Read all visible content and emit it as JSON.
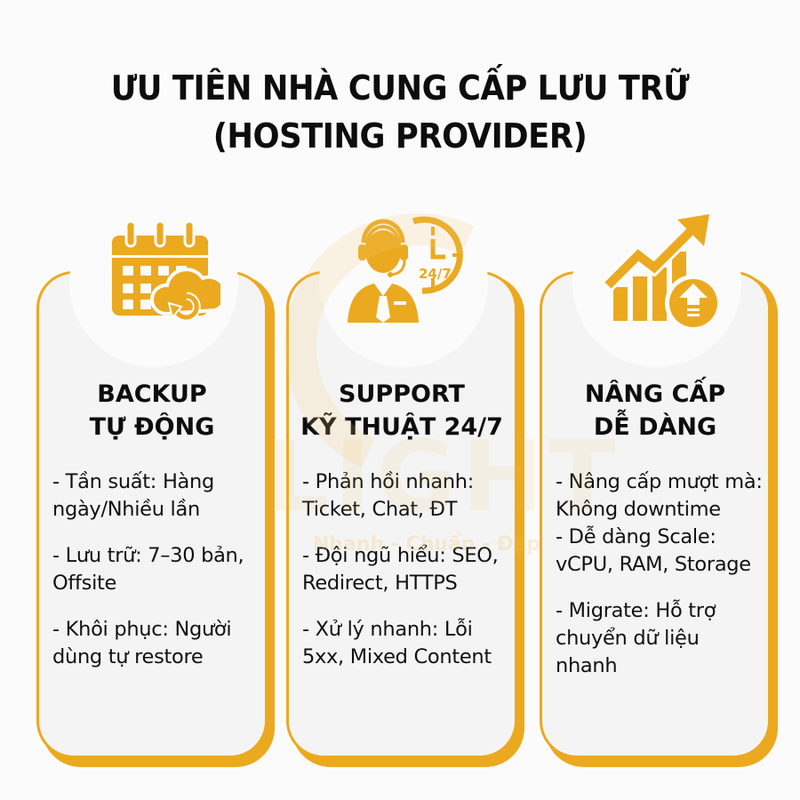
{
  "header": {
    "title_line1": "ƯU TIÊN NHÀ CUNG CẤP LƯU TRỮ",
    "title_line2": "(HOSTING PROVIDER)"
  },
  "watermark": {
    "brand": "LIGHT",
    "tagline": "Nhanh - Chuẩn - Đẹp"
  },
  "colors": {
    "accent": "#eba91f",
    "card_background": "#f4f4f4",
    "page_background": "#fbfbfb",
    "text": "#111111"
  },
  "cards": [
    {
      "icon": "calendar-cloud-sync-icon",
      "title_line1": "BACKUP",
      "title_line2": "TỰ ĐỘNG",
      "points": [
        "- Tần suất: Hàng ngày/Nhiều lần",
        "- Lưu trữ: 7–30 bản, Offsite",
        "- Khôi phục: Người dùng tự restore"
      ]
    },
    {
      "icon": "support-agent-24-7-icon",
      "icon_label": "24/7",
      "title_line1": "SUPPORT",
      "title_line2": "KỸ THUẬT 24/7",
      "points": [
        "- Phản hồi nhanh: Ticket, Chat, ĐT",
        "- Đội ngũ hiểu: SEO, Redirect, HTTPS",
        "- Xử lý nhanh: Lỗi 5xx, Mixed Content"
      ]
    },
    {
      "icon": "growth-chart-upgrade-icon",
      "title_line1": "NÂNG CẤP",
      "title_line2": "DỄ DÀNG",
      "points": [
        "- Nâng cấp mượt mà: Không downtime",
        "- Dễ dàng Scale: vCPU, RAM, Storage",
        "- Migrate: Hỗ trợ chuyển dữ liệu nhanh"
      ]
    }
  ]
}
